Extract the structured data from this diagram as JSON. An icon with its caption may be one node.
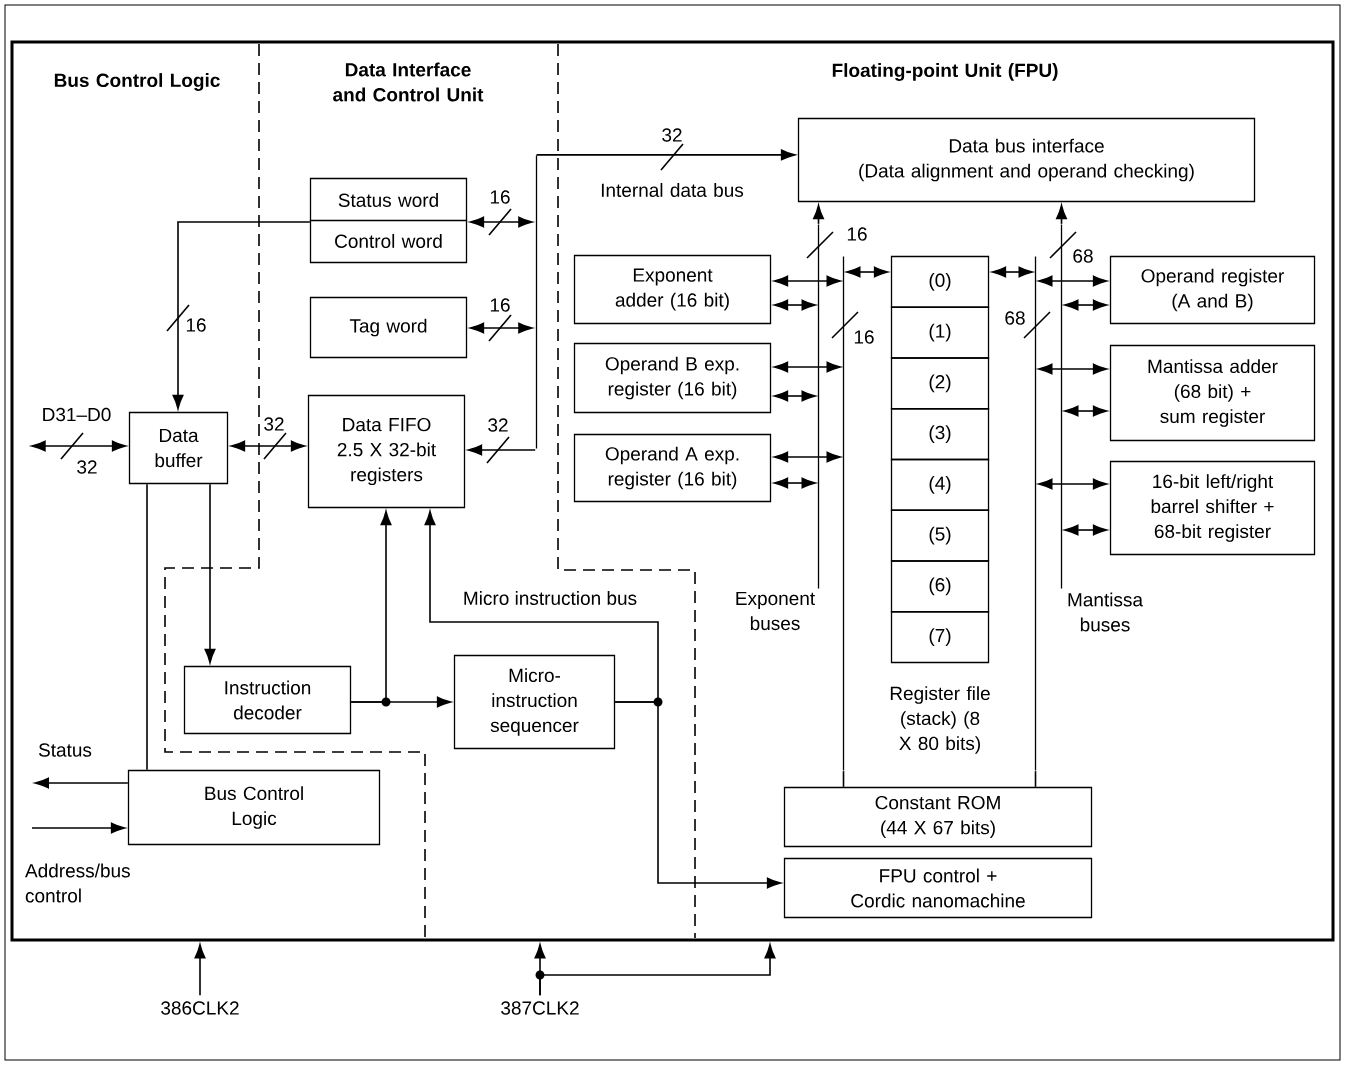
{
  "diagram": {
    "nodes": [
      {
        "text": [],
        "shape": "box"
      },
      {
        "text": [
          "Status word",
          "Control word"
        ],
        "in": 0
      },
      {
        "text": [
          "Tag word"
        ],
        "in": 0
      },
      {
        "text": [
          "Data buffer"
        ],
        "in": 0
      },
      {
        "text": [
          "Data FIFO 2.5 X 32-bit registers"
        ],
        "in": 0
      },
      {
        "text": [
          "Instruction decoder"
        ],
        "in": 0
      },
      {
        "text": [
          "Micro-instruction sequencer"
        ],
        "in": 0
      },
      {
        "text": [
          "Bus Control Logic"
        ],
        "in": 0
      },
      {
        "text": [
          "Data bus interface",
          "(Data alignment and operand checking)"
        ],
        "in": 0
      },
      {
        "text": [
          "Exponent adder (16 bit)"
        ],
        "in": 0
      },
      {
        "text": [
          "Operand B exp. register (16 bit)"
        ],
        "in": 0
      },
      {
        "text": [
          "Operand A exp. register (16 bit)"
        ],
        "in": 0
      },
      {
        "text": [
          "(0)"
        ],
        "in": 0
      },
      {
        "text": [
          "(1)"
        ],
        "in": 0
      },
      {
        "text": [
          "(2)"
        ],
        "in": 0
      },
      {
        "text": [
          "(3)"
        ],
        "in": 0
      },
      {
        "text": [
          "(4)"
        ],
        "in": 0
      },
      {
        "text": [
          "(5)"
        ],
        "in": 0
      },
      {
        "text": [
          "(6)"
        ],
        "in": 0
      },
      {
        "text": [
          "(7)"
        ],
        "in": 0
      },
      {
        "text": [
          "Constant ROM (44 X 67 bits)"
        ],
        "in": 0
      },
      {
        "text": [
          "FPU control + Cordic nanomachine"
        ],
        "in": 0
      },
      {
        "text": [
          "Operand register (A and B)"
        ],
        "in": 0
      },
      {
        "text": [
          "Mantissa adder (68 bit) + sum register"
        ],
        "in": 0
      },
      {
        "text": [
          "16-bit left/right barrel shifter + 68-bit register"
        ],
        "in": 0
      },
      {
        "text": [],
        "shape": "bar",
        "in": 0
      },
      {
        "text": [],
        "shape": "bar",
        "in": 0
      },
      {
        "text": [],
        "shape": "bar",
        "in": 0
      },
      {
        "text": [],
        "shape": "bar",
        "in": 0
      },
      {
        "text": [],
        "shape": "bar",
        "in": 0
      },
      {
        "text": [
          "386CLK2"
        ]
      },
      {
        "text": [
          "387CLK2"
        ]
      },
      {
        "text": [
          "D31–D0"
        ],
        "in": 0
      }
    ],
    "edges": [
      {
        "from": 1,
        "to": 25,
        "arrow": "both",
        "label": "16"
      },
      {
        "from": 2,
        "to": 25,
        "arrow": "both",
        "label": "16"
      },
      {
        "from": 25,
        "to": 4,
        "arrow": "to",
        "label": "32"
      },
      {
        "from": 25,
        "to": 8,
        "arrow": "to",
        "label": "32"
      },
      {
        "from": 1,
        "to": 3,
        "arrow": "to",
        "label": "16"
      },
      {
        "from": 32,
        "to": 3,
        "arrow": "both",
        "label": "32"
      },
      {
        "from": 3,
        "to": 4,
        "arrow": "both",
        "label": "32"
      },
      {
        "from": 3,
        "to": 5,
        "arrow": "to"
      },
      {
        "from": 5,
        "to": 6,
        "arrow": "to"
      },
      {
        "from": 5,
        "to": 4,
        "arrow": "to"
      },
      {
        "from": 6,
        "to": 21,
        "arrow": "to"
      },
      {
        "from": 6,
        "to": 4,
        "arrow": "to",
        "label": "Micro instruction bus"
      },
      {
        "from": 3,
        "to": 7,
        "arrow": "none"
      },
      {
        "from": 7,
        "to": null,
        "arrow": "to"
      },
      {
        "from": null,
        "to": 7,
        "arrow": "to"
      },
      {
        "from": 30,
        "to": 0,
        "arrow": "to"
      },
      {
        "from": 31,
        "to": 0,
        "arrow": "to"
      },
      {
        "from": 31,
        "to": 0,
        "arrow": "to"
      },
      {
        "from": 9,
        "to": 27,
        "arrow": "both"
      },
      {
        "from": 9,
        "to": 26,
        "arrow": "both"
      },
      {
        "from": 10,
        "to": 27,
        "arrow": "both"
      },
      {
        "from": 10,
        "to": 26,
        "arrow": "both"
      },
      {
        "from": 11,
        "to": 27,
        "arrow": "both"
      },
      {
        "from": 11,
        "to": 26,
        "arrow": "both"
      },
      {
        "from": 27,
        "to": 12,
        "arrow": "both"
      },
      {
        "from": 12,
        "to": 28,
        "arrow": "both"
      },
      {
        "from": 26,
        "to": 8,
        "arrow": "to"
      },
      {
        "from": 29,
        "to": 8,
        "arrow": "to"
      },
      {
        "from": 28,
        "to": 22,
        "arrow": "both"
      },
      {
        "from": 29,
        "to": 22,
        "arrow": "both"
      },
      {
        "from": 28,
        "to": 23,
        "arrow": "both"
      },
      {
        "from": 29,
        "to": 23,
        "arrow": "both"
      },
      {
        "from": 28,
        "to": 24,
        "arrow": "both"
      },
      {
        "from": 29,
        "to": 24,
        "arrow": "both"
      },
      {
        "from": 27,
        "to": 20,
        "arrow": "none"
      },
      {
        "from": 28,
        "to": 20,
        "arrow": "none"
      }
    ],
    "labels": [
      "Bus Control Logic",
      "Data Interface and Control Unit",
      "Floating-point Unit (FPU)",
      "Internal data bus",
      "16",
      "68",
      "68",
      "16",
      "Exponent buses",
      "Mantissa buses",
      "Register file (stack) (8 X 80 bits)",
      "Status",
      "Address/bus control"
    ]
  }
}
